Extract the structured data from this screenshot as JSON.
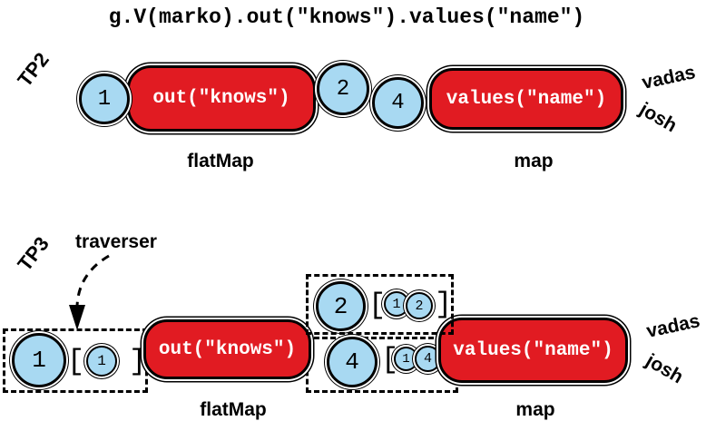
{
  "colors": {
    "red": "#e11b22",
    "blue": "#a8d9f2"
  },
  "title": "g.V(marko).out(\"knows\").values(\"name\")",
  "tp2": {
    "label": "TP2",
    "input_token": "1",
    "flatmap_step": "out(\"knows\")",
    "token_a": "2",
    "token_b": "4",
    "map_step": "values(\"name\")",
    "flatmap_caption": "flatMap",
    "map_caption": "map",
    "result_top": "vadas",
    "result_bottom": "josh"
  },
  "tp3": {
    "label": "TP3",
    "traverser_caption": "traverser",
    "input_traverser": {
      "value": "1",
      "open": "[",
      "bulk": "1",
      "close": "]"
    },
    "flatmap_step": "out(\"knows\")",
    "traverser_a": {
      "value": "2",
      "open": "[",
      "path1": "1",
      "path2": "2",
      "close": "]"
    },
    "traverser_b": {
      "value": "4",
      "open": "[",
      "path1": "1",
      "path2": "4",
      "close": "]"
    },
    "map_step": "values(\"name\")",
    "flatmap_caption": "flatMap",
    "map_caption": "map",
    "result_top": "vadas",
    "result_bottom": "josh"
  }
}
